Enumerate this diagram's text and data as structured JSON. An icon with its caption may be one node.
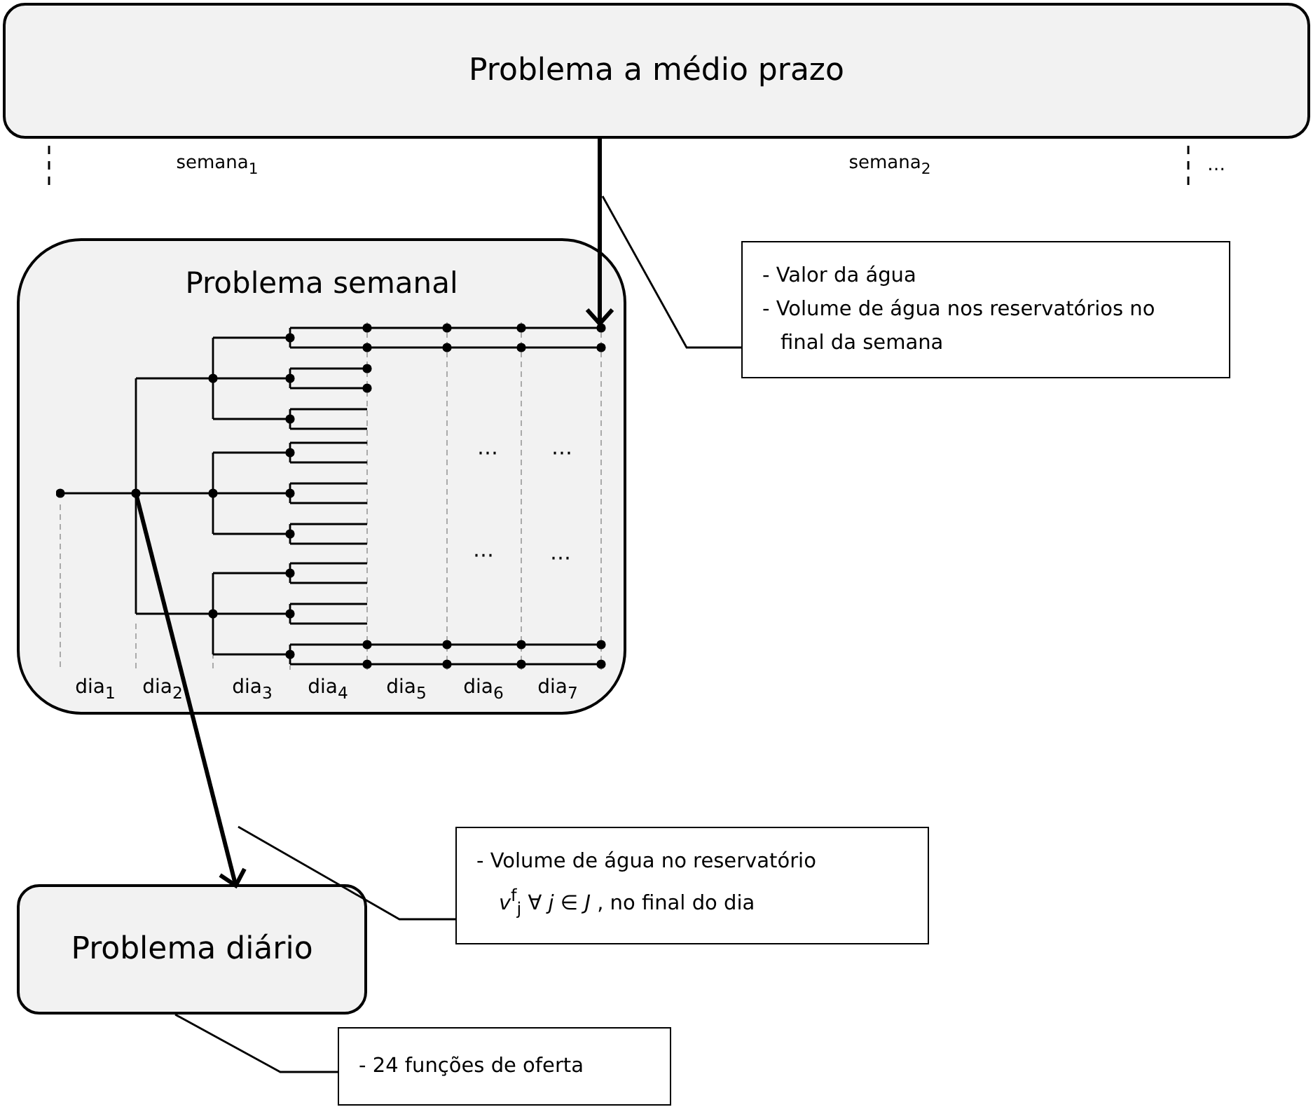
{
  "diagram": {
    "nodes": [
      {
        "text": [
          "Problema a médio prazo"
        ]
      },
      {
        "text": [
          "Problema semanal"
        ]
      },
      {
        "text": [
          "Problema diário"
        ]
      },
      {
        "text": [
          "- Valor da água",
          "- Volume de água nos reservatórios no final da semana"
        ]
      },
      {
        "text": [
          "- Volume de água no reservatório",
          "*v*$^{f}$$_{j}$  ∀ *j* ∈ *J* , no final do dia"
        ]
      },
      {
        "text": [
          "- 24 funções de oferta"
        ]
      },
      {
        "text": [],
        "shape": "picture",
        "in": 1
      }
    ],
    "edges": [
      {
        "from": 0,
        "to": 6,
        "arrow": "to",
        "style": "thick"
      },
      {
        "from": 6,
        "to": 2,
        "arrow": "to",
        "style": "thick"
      },
      {
        "from": 3,
        "to": null,
        "arrow": "none"
      },
      {
        "from": 4,
        "to": null,
        "arrow": "none"
      },
      {
        "from": 5,
        "to": 2,
        "arrow": "none"
      }
    ],
    "labels": [
      "semana$_{1}$",
      "semana$_{2}$",
      "…",
      "⋯",
      "⋯",
      "⋯",
      "⋯",
      "dia$_{1}$",
      "dia$_{2}$",
      "dia$_{3}$",
      "dia$_{4}$",
      "dia$_{5}$",
      "dia$_{6}$",
      "dia$_{7}$"
    ]
  }
}
